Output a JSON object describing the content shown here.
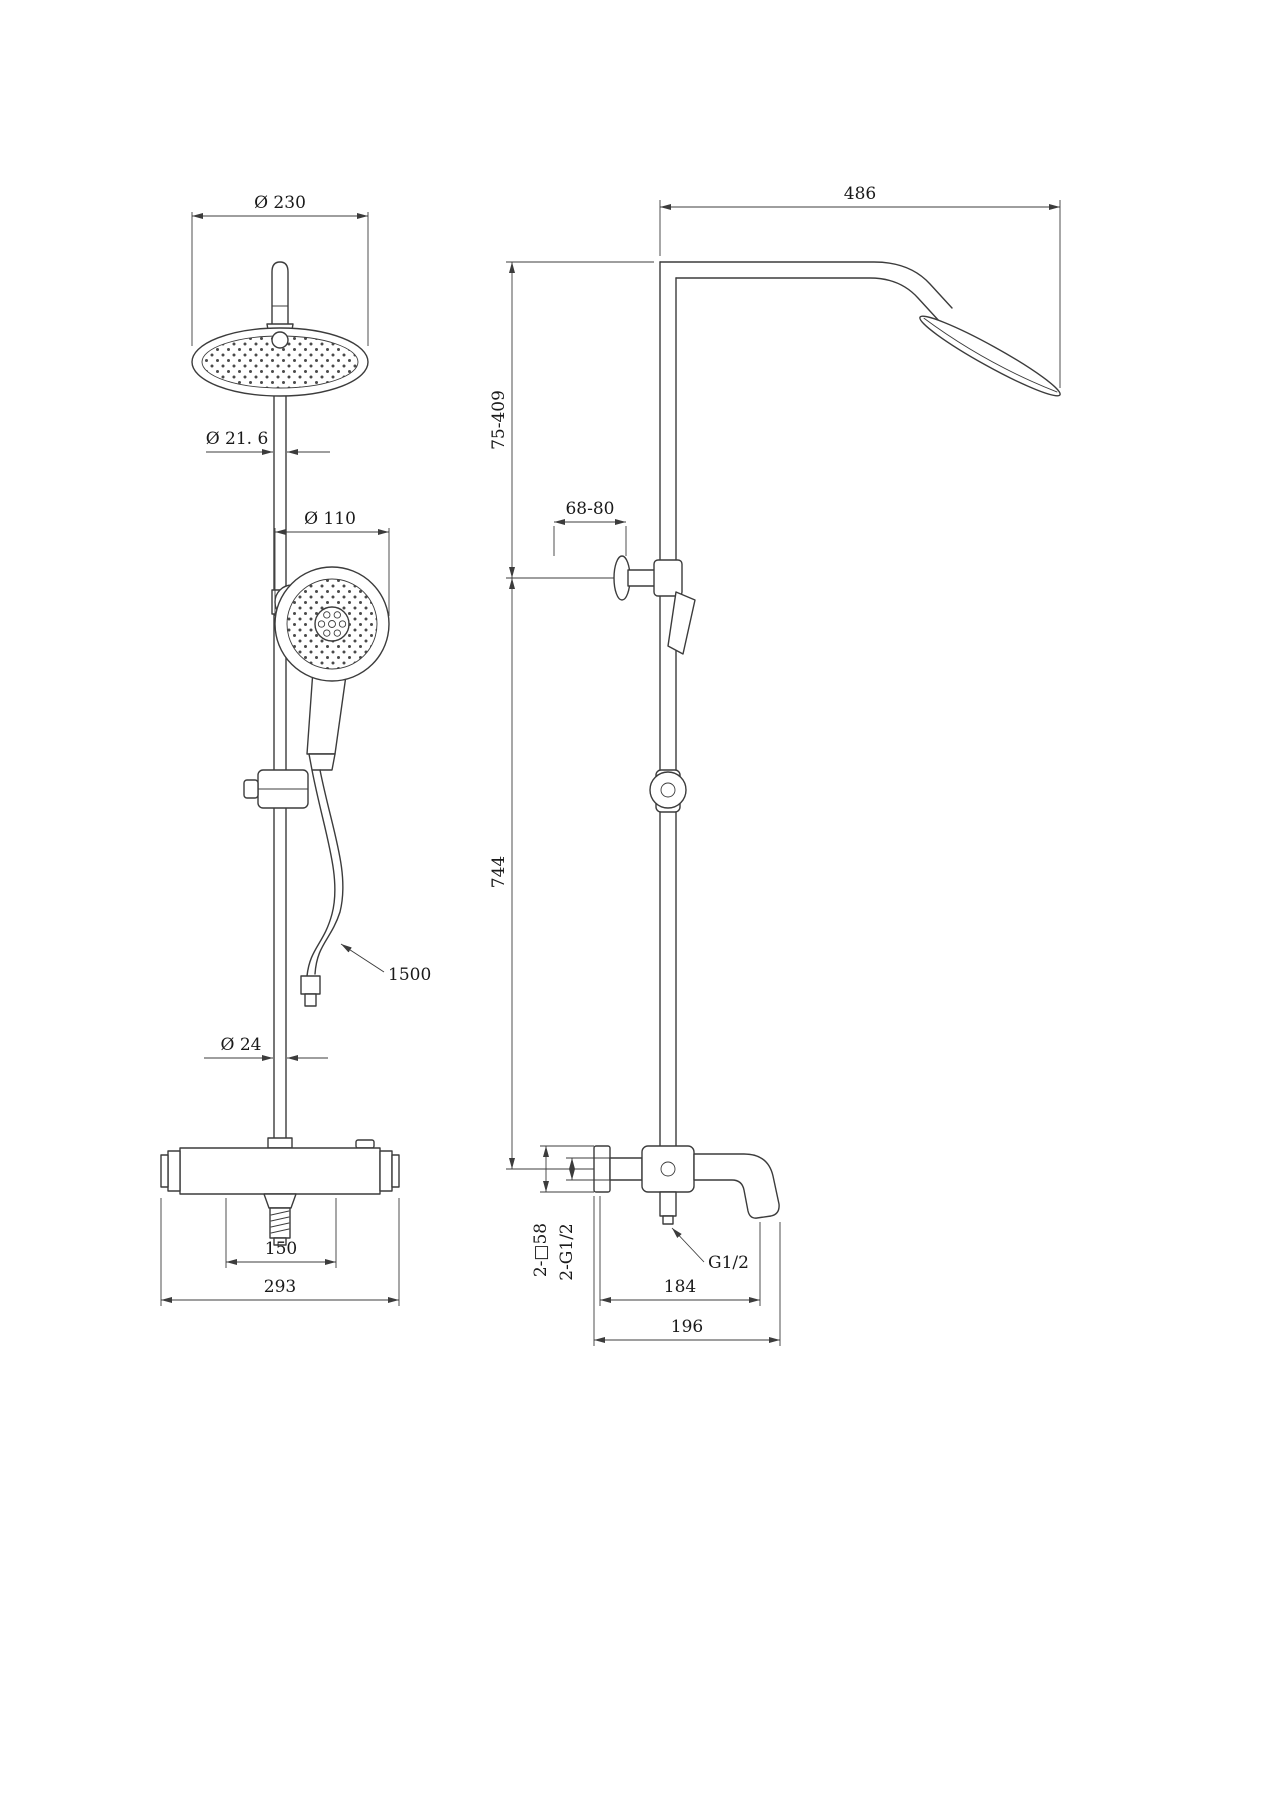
{
  "colors": {
    "background": "#ffffff",
    "line": "#3c3c3c",
    "text": "#1a1a1a"
  },
  "drawing": {
    "front_view": {
      "dimensions": {
        "head_diameter": "Ø 230",
        "riser_upper_diameter": "Ø 21. 6",
        "hand_shower_diameter": "Ø 110",
        "hose_length": "1500",
        "riser_lower_diameter": "Ø 24",
        "outlet_spacing": "150",
        "valve_width": "293"
      }
    },
    "side_view": {
      "dimensions": {
        "arm_reach": "486",
        "upper_height_range": "75-409",
        "wall_bracket_offset": "68-80",
        "riser_height": "744",
        "wall_flange_square": "2-□58",
        "inlet_threads": "2-G1/2",
        "outlet_thread": "G1/2",
        "spout_reach": "184",
        "overall_depth": "196"
      }
    }
  }
}
